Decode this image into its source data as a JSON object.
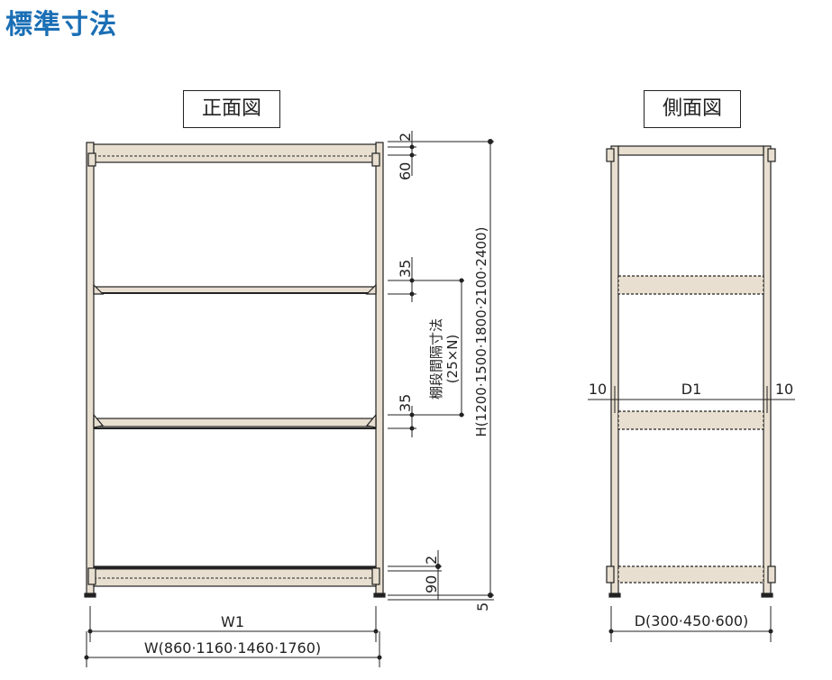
{
  "title": "標準寸法",
  "front_view": {
    "label": "正面図",
    "dims": {
      "top_gap": "2",
      "top_beam": "60",
      "shelf_upper": "35",
      "shelf_lower": "35",
      "pitch_label": "棚段間隔寸法",
      "pitch_value": "(25×N)",
      "height": "H(1200·1500·1800·2100·2400)",
      "bottom_gap": "2",
      "bottom_beam": "90",
      "foot": "5",
      "inner_width": "W1",
      "overall_width": "W(860·1160·1460·1760)"
    }
  },
  "side_view": {
    "label": "側面図",
    "dims": {
      "left_offset": "10",
      "inner_depth": "D1",
      "right_offset": "10",
      "overall_depth": "D(300·450·600)"
    }
  },
  "colors": {
    "title": "#1a6fb5",
    "frame_fill": "#e8dfd0",
    "line": "#222222"
  }
}
